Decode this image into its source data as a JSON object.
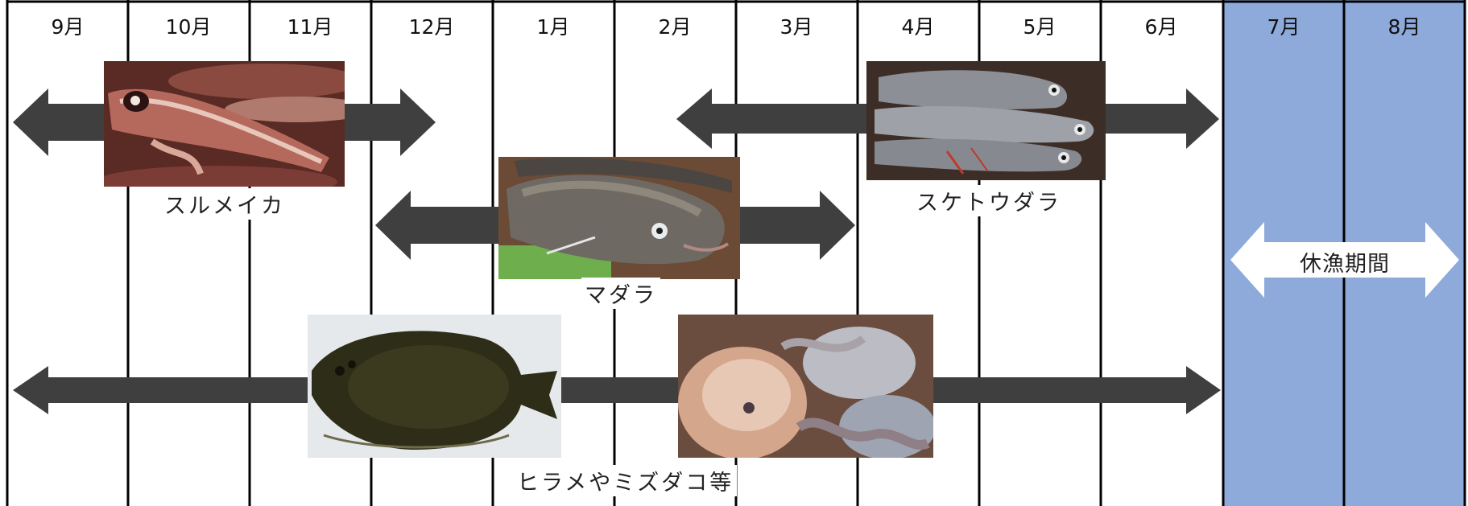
{
  "months": [
    "9月",
    "10月",
    "11月",
    "12月",
    "1月",
    "2月",
    "3月",
    "4月",
    "5月",
    "6月",
    "7月",
    "8月"
  ],
  "colors": {
    "closed_season_fill": "#8eaadb",
    "arrow_fill": "#3f3f3f",
    "closed_arrow_fill": "#ffffff",
    "grid_line": "#000000"
  },
  "closed_season": {
    "months": [
      "7月",
      "8月"
    ],
    "label": "休漁期間"
  },
  "species": [
    {
      "name": "スルメイカ",
      "season": {
        "from": "9月",
        "to": "12月"
      },
      "photo_icon": "squid-photo"
    },
    {
      "name": "マダラ",
      "season": {
        "from": "12月",
        "to": "3月"
      },
      "photo_icon": "pacific-cod-photo"
    },
    {
      "name": "スケトウダラ",
      "season": {
        "from": "2月",
        "to": "6月"
      },
      "photo_icon": "walleye-pollock-photo"
    },
    {
      "name": "ヒラメやミズダコ等",
      "season": {
        "from": "9月",
        "to": "6月"
      },
      "photo_icon": "flounder-photo",
      "second_photo_icon": "octopus-photo"
    }
  ]
}
